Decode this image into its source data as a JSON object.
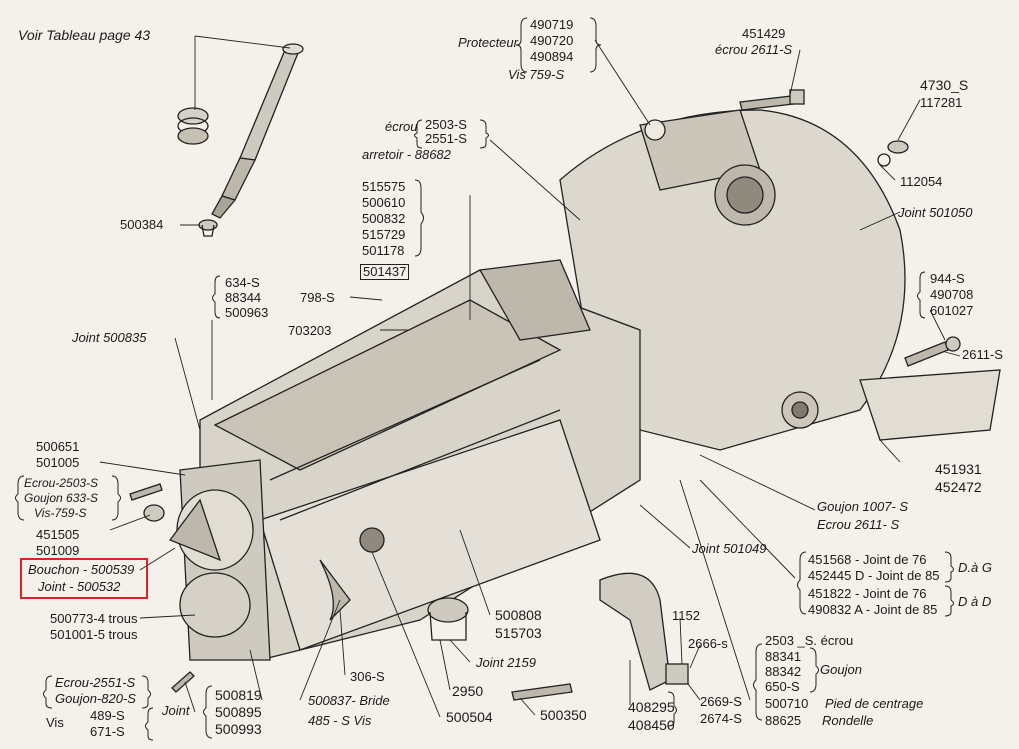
{
  "header": {
    "title": "Voir Tableau page 43"
  },
  "labels": {
    "protecteur": "Protecteur",
    "protecteur_codes": [
      "490719",
      "490720",
      "490894"
    ],
    "vis_759": "Vis  759-S",
    "ecrou_451429": "451429",
    "ecrou_2611": "écrou 2611-S",
    "ecrou_top": "écrou",
    "ecrou_top_codes": [
      "2503-S",
      "2551-S"
    ],
    "arretoir": "arretoir - 88682",
    "stack_codes": [
      "515575",
      "500610",
      "500832",
      "515729",
      "501178"
    ],
    "boxed_code": "501437",
    "p4730": "4730_S",
    "p117281": "117281",
    "p112054": "112054",
    "joint_501050": "Joint 501050",
    "p500384": "500384",
    "p634_group": [
      "634-S",
      "88344",
      "500963"
    ],
    "p798": "798-S",
    "p703203": "703203",
    "joint_500835": "Joint 500835",
    "p944_group": [
      "944-S",
      "490708",
      "601027"
    ],
    "p2611": "2611-S",
    "p500651": "500651",
    "p501005": "501005",
    "ecrou_group": [
      "Ecrou-2503-S",
      "Goujon 633-S",
      "Vis-759-S"
    ],
    "p451505": "451505",
    "p501009": "501009",
    "bouchon": "Bouchon - 500539",
    "joint_500532": "Joint - 500532",
    "p500773": "500773-4 trous",
    "p501001": "501001-5 trous",
    "goujon_1007": "Goujon  1007- S",
    "ecrou_2611b": "Ecrou  2611- S",
    "p451931": "451931",
    "p452472": "452472",
    "joint_501049": "Joint 501049",
    "joint76_a": "451568  - Joint de 76",
    "joint85_a": "452445 D - Joint de 85",
    "dag": "D.à G",
    "joint76_b": "451822  - Joint de 76",
    "joint85_b": "490832 A - Joint de 85",
    "dad": "D à D",
    "p500808": "500808",
    "p515703": "515703",
    "p1152": "1152",
    "p2666": "2666-s",
    "p2503_ecrou": "2503 _S. écrou",
    "goujon_codes": [
      "88341",
      "88342",
      "650-S"
    ],
    "goujon_word": "Goujon",
    "p500710": "500710",
    "pied": "Pied de centrage",
    "p88625": "88625",
    "rondelle": "Rondelle",
    "joint_2159": "Joint 2159",
    "p2950": "2950",
    "p306": "306-S",
    "p500837": "500837- Bride",
    "p485": "485 - S Vis",
    "p500504": "500504",
    "p500350": "500350",
    "p408295": "408295",
    "p408450": "408450",
    "p2669": "2669-S",
    "p2674": "2674-S",
    "bl_group": [
      "Ecrou-2551-S",
      "Goujon-820-S"
    ],
    "vis_word": "Vis",
    "vis_codes": [
      "489-S",
      "671-S"
    ],
    "joint_word": "Joint",
    "bl_codes": [
      "500819",
      "500895",
      "500993"
    ]
  }
}
